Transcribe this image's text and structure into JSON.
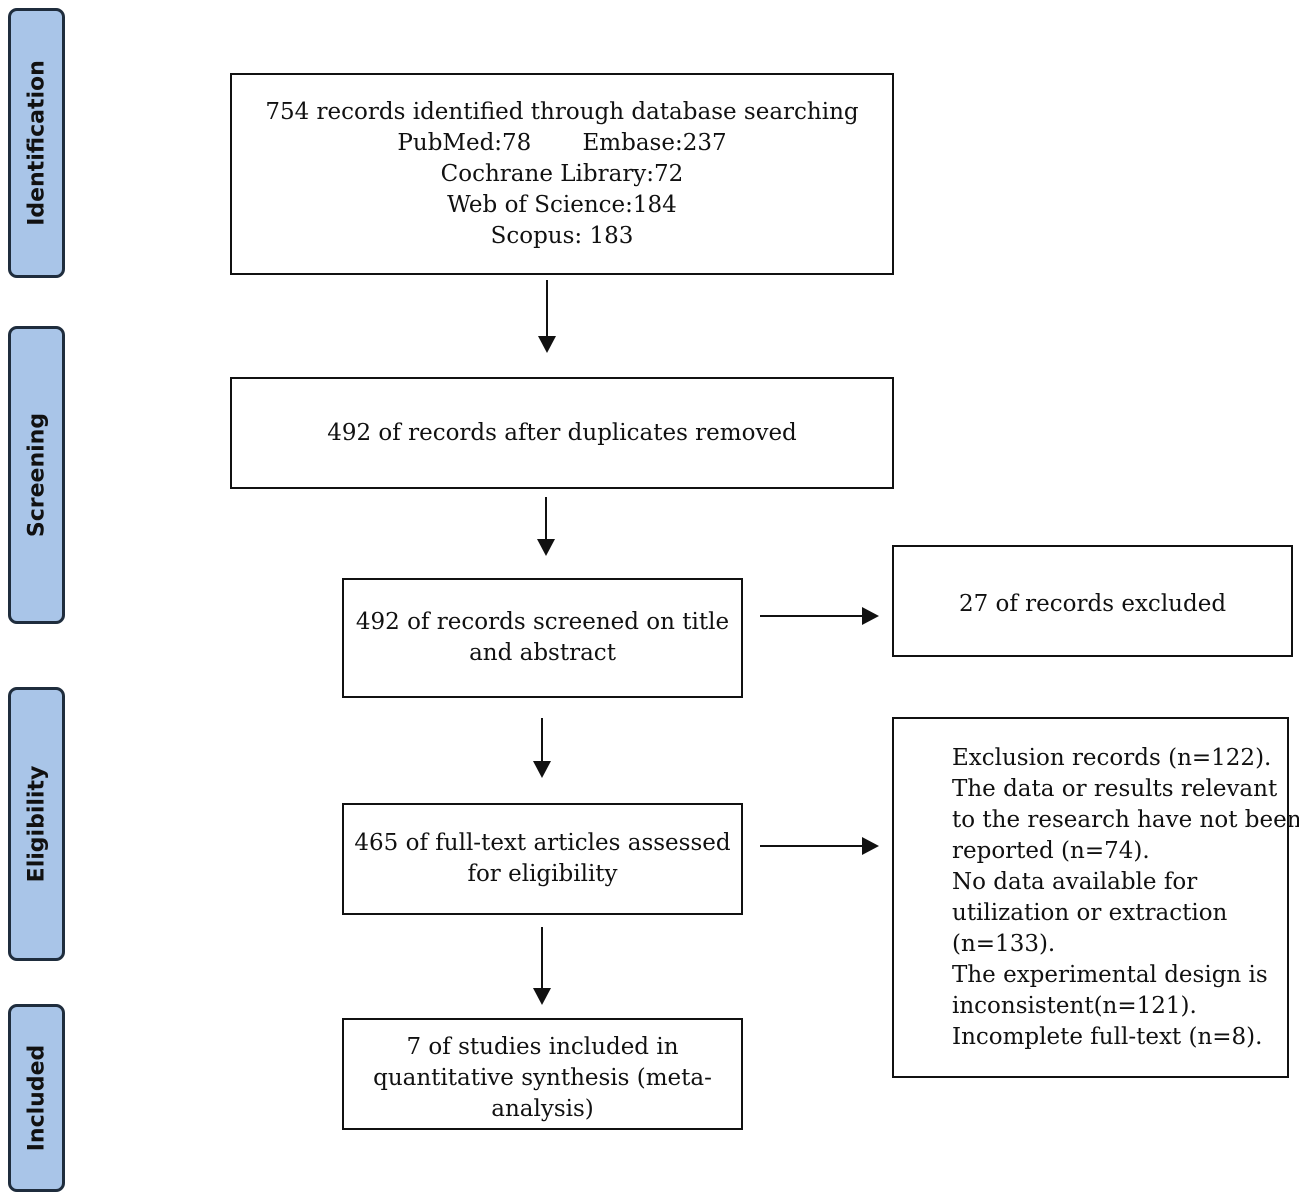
{
  "stages": [
    {
      "id": "identification",
      "label": "Identification"
    },
    {
      "id": "screening",
      "label": "Screening"
    },
    {
      "id": "eligibility",
      "label": "Eligibility"
    },
    {
      "id": "included",
      "label": "Included"
    }
  ],
  "boxes": {
    "identified": {
      "lines": [
        "754 records identified through database searching",
        "PubMed:78       Embase:237",
        "Cochrane Library:72",
        "Web of Science:184",
        "Scopus: 183"
      ]
    },
    "duplicates_removed": {
      "lines": [
        "492 of records after duplicates removed"
      ]
    },
    "screened": {
      "lines": [
        "492 of records screened on title",
        "and abstract"
      ]
    },
    "excluded_screening": {
      "lines": [
        "27 of records excluded"
      ]
    },
    "fulltext_assessed": {
      "lines": [
        "465 of full-text articles assessed",
        "for eligibility"
      ]
    },
    "excluded_fulltext": {
      "lines": [
        "Exclusion records (n=122).",
        "The data or results relevant",
        "to the research have not been",
        "reported (n=74).",
        "No data available for",
        "utilization or extraction",
        "(n=133).",
        "The experimental design is",
        "inconsistent(n=121).",
        "Incomplete full-text (n=8)."
      ]
    },
    "included_studies": {
      "lines": [
        "7 of studies included in",
        "quantitative synthesis (meta-",
        "analysis)"
      ]
    }
  }
}
